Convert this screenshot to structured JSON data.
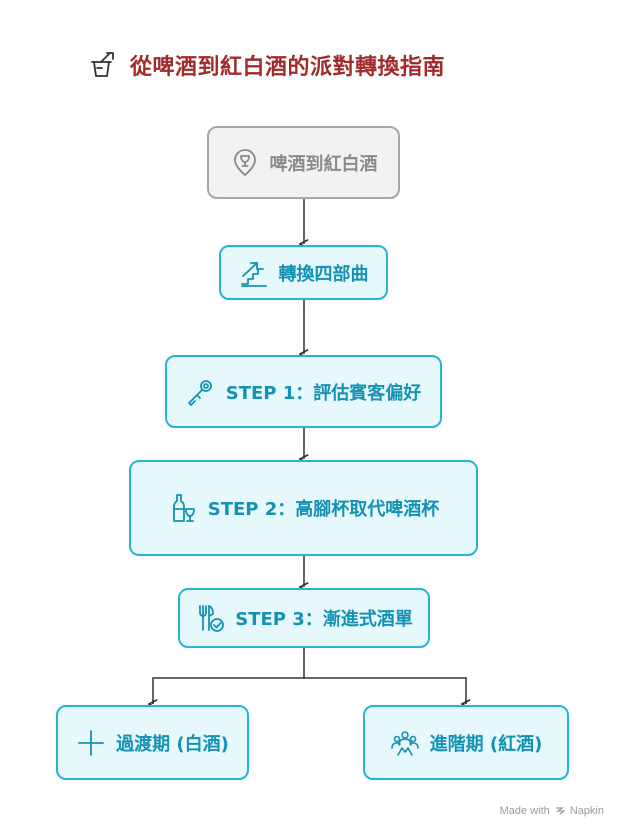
{
  "title": {
    "text": "從啤酒到紅白酒的派對轉換指南",
    "icon": "ice-bucket-icon"
  },
  "nodes": {
    "root": {
      "label": "啤酒到紅白酒",
      "icon": "location-pin-wine-icon"
    },
    "phase": {
      "label": "轉換四部曲",
      "icon": "stairs-arrow-icon"
    },
    "step1": {
      "label": "STEP 1：評估賓客偏好",
      "icon": "corkscrew-icon"
    },
    "step2": {
      "label": "STEP 2：高腳杯取代啤酒杯",
      "icon": "wine-bottle-glass-icon"
    },
    "step3": {
      "label": "STEP 3：漸進式酒單",
      "icon": "fork-check-icon"
    },
    "left": {
      "label": "過渡期 (白酒)",
      "icon": "plus-icon"
    },
    "right": {
      "label": "進階期 (紅酒)",
      "icon": "people-group-icon"
    }
  },
  "footer": {
    "made_with": "Made with",
    "brand": "Napkin"
  },
  "colors": {
    "title": "#a12a2a",
    "node_border": "#22b5d6",
    "node_fill": "#e7f8fd",
    "node_text": "#1492b3",
    "root_border": "#a6a6a6",
    "root_fill": "#f2f2f2",
    "root_text": "#8a8a8a",
    "connector": "#333333"
  }
}
